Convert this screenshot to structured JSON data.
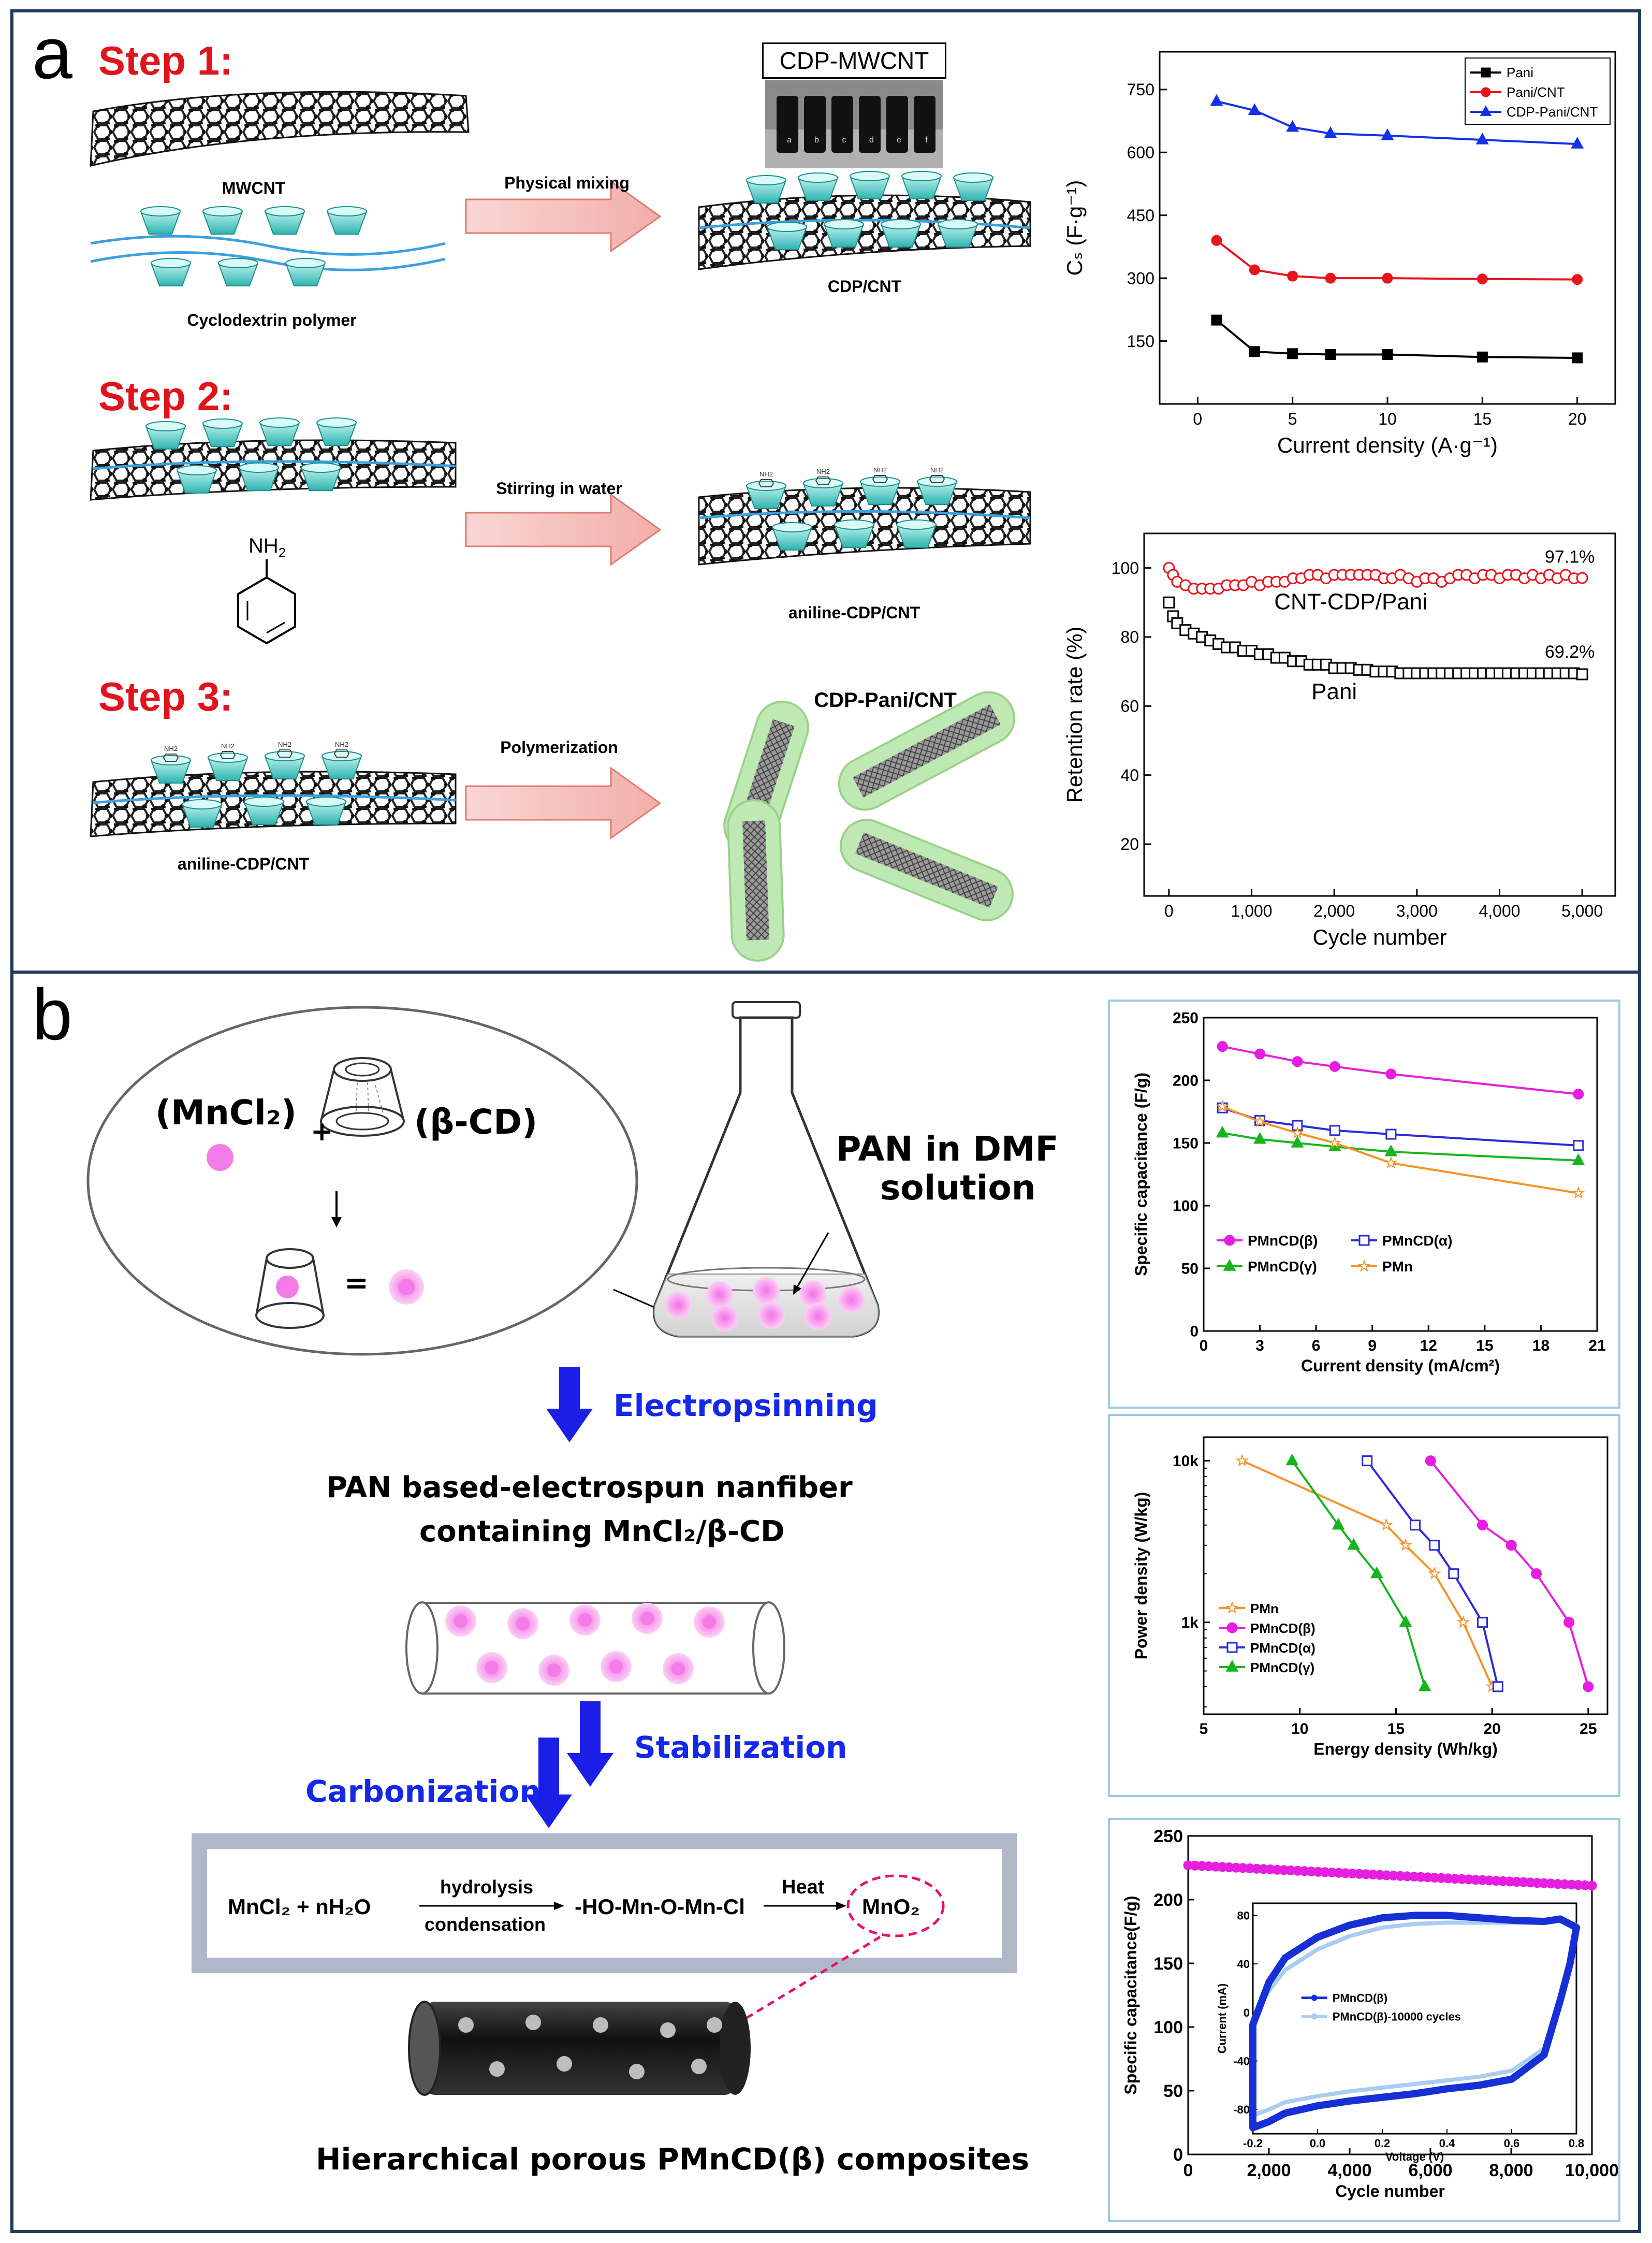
{
  "panel_a": {
    "letter": "a",
    "step1": {
      "title": "Step 1:",
      "mwcnt_label": "MWCNT",
      "cdp_label": "Cyclodextrin polymer",
      "arrow_label": "Physical mixing",
      "photo_label": "CDP-MWCNT",
      "vial_letters": [
        "a",
        "b",
        "c",
        "d",
        "e",
        "f"
      ],
      "product_label": "CDP/CNT"
    },
    "step2": {
      "title": "Step 2:",
      "aniline_group": "NH",
      "aniline_sub": "2",
      "arrow_label": "Stirring in water",
      "product_label": "aniline-CDP/CNT"
    },
    "step3": {
      "title": "Step 3:",
      "arrow_label": "Polymerization",
      "reactant_label": "aniline-CDP/CNT",
      "product_label": "CDP-Pani/CNT"
    }
  },
  "panel_b": {
    "letter": "b",
    "mncl2": "(MnCl₂)",
    "plus": "+",
    "bcd": "(β-CD)",
    "equals": "=",
    "flask_label_1": "PAN in DMF",
    "flask_label_2": "solution",
    "electrospinning": "Electropsinning",
    "fiber_text_1": "PAN based-electrospun nanfiber",
    "fiber_text_2": "containing MnCl₂/β-CD",
    "stabilization": "Stabilization",
    "carbonization": "Carbonization",
    "reaction": {
      "reactant": "MnCl₂ + nH₂O",
      "step1_top": "hydrolysis",
      "step1_bottom": "condensation",
      "intermediate": "-HO-Mn-O-Mn-Cl",
      "step2_top": "Heat",
      "product": "MnO₂"
    },
    "composite_label": "Hierarchical porous PMnCD(β) composites"
  },
  "chart_data": [
    {
      "type": "line",
      "title": "",
      "xlabel": "Current density (A·g⁻¹)",
      "ylabel": "Cₛ (F·g⁻¹)",
      "xlim": [
        -2,
        22
      ],
      "ylim": [
        0,
        840
      ],
      "xticks": [
        0,
        5,
        10,
        15,
        20
      ],
      "yticks": [
        150,
        300,
        450,
        600,
        750
      ],
      "legend_position": "top-right",
      "colors": [
        "#000000",
        "#e8141c",
        "#1431e6"
      ],
      "series": [
        {
          "name": "Pani",
          "marker": "square",
          "x": [
            1,
            3,
            5,
            7,
            10,
            15,
            20
          ],
          "y": [
            200,
            125,
            120,
            118,
            118,
            112,
            110
          ]
        },
        {
          "name": "Pani/CNT",
          "marker": "circle",
          "x": [
            1,
            3,
            5,
            7,
            10,
            15,
            20
          ],
          "y": [
            390,
            320,
            305,
            300,
            300,
            298,
            297
          ]
        },
        {
          "name": "CDP-Pani/CNT",
          "marker": "triangle",
          "x": [
            1,
            3,
            5,
            7,
            10,
            15,
            20
          ],
          "y": [
            722,
            700,
            660,
            645,
            640,
            630,
            620
          ]
        }
      ]
    },
    {
      "type": "scatter",
      "title": "",
      "xlabel": "Cycle number",
      "ylabel": "Retention rate (%)",
      "xlim": [
        -300,
        5400
      ],
      "ylim": [
        5,
        110
      ],
      "xticks": [
        0,
        1000,
        2000,
        3000,
        4000,
        5000
      ],
      "xticklabels": [
        "0",
        "1,000",
        "2,000",
        "3,000",
        "4,000",
        "5,000"
      ],
      "yticks": [
        20,
        40,
        60,
        80,
        100
      ],
      "colors": [
        "#e8141c",
        "#000000"
      ],
      "annotations": [
        "97.1%",
        "69.2%",
        "CNT-CDP/Pani",
        "Pani"
      ],
      "series": [
        {
          "name": "CNT-CDP/Pani",
          "marker": "open-circle",
          "x": [
            0,
            50,
            100,
            200,
            300,
            400,
            500,
            600,
            700,
            800,
            900,
            1000,
            1100,
            1200,
            1300,
            1400,
            1500,
            1600,
            1700,
            1800,
            1900,
            2000,
            2100,
            2200,
            2300,
            2400,
            2500,
            2600,
            2700,
            2800,
            2900,
            3000,
            3100,
            3200,
            3300,
            3400,
            3500,
            3600,
            3700,
            3800,
            3900,
            4000,
            4100,
            4200,
            4300,
            4400,
            4500,
            4600,
            4700,
            4800,
            4900,
            5000
          ],
          "y": [
            100,
            98,
            96,
            95,
            94,
            94,
            94,
            94,
            95,
            95,
            95,
            96,
            95,
            96,
            96,
            96,
            97,
            97,
            98,
            98,
            97,
            98,
            98,
            98,
            98,
            98,
            98,
            97,
            97,
            98,
            97,
            96,
            97,
            97,
            96,
            97,
            98,
            98,
            97,
            98,
            98,
            97,
            98,
            98,
            97,
            98,
            97,
            98,
            97,
            98,
            97,
            97.1
          ]
        },
        {
          "name": "Pani",
          "marker": "open-square",
          "x": [
            0,
            50,
            100,
            200,
            300,
            400,
            500,
            600,
            700,
            800,
            900,
            1000,
            1100,
            1200,
            1300,
            1400,
            1500,
            1600,
            1700,
            1800,
            1900,
            2000,
            2100,
            2200,
            2300,
            2400,
            2500,
            2600,
            2700,
            2800,
            2900,
            3000,
            3100,
            3200,
            3300,
            3400,
            3500,
            3600,
            3700,
            3800,
            3900,
            4000,
            4100,
            4200,
            4300,
            4400,
            4500,
            4600,
            4700,
            4800,
            4900,
            5000
          ],
          "y": [
            90,
            86,
            84,
            82,
            81,
            80,
            79,
            78,
            77,
            77,
            76,
            76,
            75,
            75,
            74,
            74,
            73,
            73,
            72,
            72,
            72,
            71,
            71,
            71,
            70.5,
            70.5,
            70,
            70,
            70,
            69.5,
            69.5,
            69.5,
            69.5,
            69.5,
            69.5,
            69.5,
            69.5,
            69.5,
            69.5,
            69.5,
            69.5,
            69.5,
            69.5,
            69.5,
            69.5,
            69.5,
            69.5,
            69.5,
            69.5,
            69.5,
            69.5,
            69.2
          ]
        }
      ]
    },
    {
      "type": "line",
      "title": "",
      "xlabel": "Current density (mA/cm²)",
      "ylabel": "Specific capacitance (F/g)",
      "xlim": [
        0,
        21
      ],
      "ylim": [
        0,
        250
      ],
      "xticks": [
        0,
        3,
        6,
        9,
        12,
        15,
        18,
        21
      ],
      "yticks": [
        0,
        50,
        100,
        150,
        200,
        250
      ],
      "legend_position": "bottom-left",
      "colors": [
        "#e61ee0",
        "#2b2bd8",
        "#18b41e",
        "#f59228"
      ],
      "series": [
        {
          "name": "PMnCD(β)",
          "marker": "circle",
          "x": [
            1,
            3,
            5,
            7,
            10,
            20
          ],
          "y": [
            227,
            221,
            215,
            211,
            205,
            189
          ]
        },
        {
          "name": "PMnCD(α)",
          "marker": "open-square",
          "x": [
            1,
            3,
            5,
            7,
            10,
            20
          ],
          "y": [
            178,
            168,
            164,
            160,
            157,
            148
          ]
        },
        {
          "name": "PMnCD(γ)",
          "marker": "triangle",
          "x": [
            1,
            3,
            5,
            7,
            10,
            20
          ],
          "y": [
            158,
            153,
            150,
            147,
            143,
            136
          ]
        },
        {
          "name": "PMn",
          "marker": "open-star",
          "x": [
            1,
            3,
            5,
            7,
            10,
            20
          ],
          "y": [
            179,
            167,
            158,
            150,
            134,
            110
          ]
        }
      ]
    },
    {
      "type": "line",
      "title": "",
      "xlabel": "Energy density (Wh/kg)",
      "ylabel": "Power density (W/kg)",
      "yscale": "log",
      "xlim": [
        5,
        26
      ],
      "ylim": [
        270,
        14000
      ],
      "xticks": [
        5,
        10,
        15,
        20,
        25
      ],
      "yticks": [
        1000,
        10000
      ],
      "yticklabels": [
        "1k",
        "10k"
      ],
      "legend_position": "bottom-left",
      "colors": [
        "#f59228",
        "#e61ee0",
        "#2b2bd8",
        "#18b41e"
      ],
      "series": [
        {
          "name": "PMn",
          "marker": "open-star",
          "x": [
            7.0,
            14.5,
            15.5,
            17.0,
            18.5,
            20.0
          ],
          "y": [
            10000,
            4000,
            3000,
            2000,
            1000,
            400
          ]
        },
        {
          "name": "PMnCD(β)",
          "marker": "circle",
          "x": [
            16.8,
            19.5,
            21.0,
            22.3,
            24.0,
            25.0
          ],
          "y": [
            10000,
            4000,
            3000,
            2000,
            1000,
            400
          ]
        },
        {
          "name": "PMnCD(α)",
          "marker": "open-square",
          "x": [
            13.5,
            16.0,
            17.0,
            18.0,
            19.5,
            20.3
          ],
          "y": [
            10000,
            4000,
            3000,
            2000,
            1000,
            400
          ]
        },
        {
          "name": "PMnCD(γ)",
          "marker": "triangle",
          "x": [
            9.6,
            12.0,
            12.8,
            14.0,
            15.5,
            16.5
          ],
          "y": [
            10000,
            4000,
            3000,
            2000,
            1000,
            400
          ]
        }
      ]
    },
    {
      "type": "scatter",
      "title": "",
      "xlabel": "Cycle number",
      "ylabel": "Specific capacitance(F/g)",
      "xlim": [
        0,
        10000
      ],
      "ylim": [
        0,
        250
      ],
      "xticks": [
        0,
        2000,
        4000,
        6000,
        8000,
        10000
      ],
      "xticklabels": [
        "0",
        "2,000",
        "4,000",
        "6,000",
        "8,000",
        "10,000"
      ],
      "yticks": [
        0,
        50,
        100,
        150,
        200,
        250
      ],
      "colors": [
        "#e61ee0"
      ],
      "series": [
        {
          "name": "",
          "marker": "circle",
          "x_start": 0,
          "x_end": 10000,
          "y_start": 227,
          "y_end": 211,
          "count": 60
        }
      ]
    },
    {
      "type": "line",
      "title": "",
      "xlabel": "Voltage (V)",
      "ylabel": "Current (mA)",
      "xlim": [
        -0.2,
        0.8
      ],
      "ylim": [
        -100,
        90
      ],
      "xticks": [
        -0.2,
        0.0,
        0.2,
        0.4,
        0.6,
        0.8
      ],
      "xticklabels": [
        "-0.2",
        "0.0",
        "0.2",
        "0.4",
        "0.6",
        "0.8"
      ],
      "yticks": [
        -80,
        -40,
        0,
        40,
        80
      ],
      "legend_position": "center-left",
      "colors": [
        "#1630d6",
        "#a9cdf0"
      ],
      "series": [
        {
          "name": "PMnCD(β)",
          "x": [
            -0.2,
            -0.15,
            -0.1,
            0.0,
            0.1,
            0.2,
            0.3,
            0.4,
            0.5,
            0.6,
            0.7,
            0.75,
            0.8,
            0.78,
            0.75,
            0.7,
            0.6,
            0.5,
            0.4,
            0.3,
            0.2,
            0.1,
            0.0,
            -0.1,
            -0.15,
            -0.2
          ],
          "y": [
            -10,
            25,
            45,
            62,
            72,
            78,
            80,
            80,
            78,
            76,
            75,
            77,
            70,
            40,
            10,
            -35,
            -55,
            -60,
            -63,
            -67,
            -70,
            -73,
            -77,
            -83,
            -90,
            -95
          ]
        },
        {
          "name": "PMnCD(β)-10000 cycles",
          "x": [
            -0.2,
            -0.15,
            -0.1,
            0.0,
            0.1,
            0.2,
            0.3,
            0.4,
            0.5,
            0.6,
            0.7,
            0.75,
            0.8,
            0.78,
            0.75,
            0.7,
            0.6,
            0.5,
            0.4,
            0.3,
            0.2,
            0.1,
            0.0,
            -0.1,
            -0.15,
            -0.2
          ],
          "y": [
            -5,
            18,
            35,
            52,
            63,
            70,
            73,
            74,
            74,
            74,
            74,
            76,
            72,
            45,
            15,
            -30,
            -48,
            -53,
            -56,
            -59,
            -62,
            -65,
            -69,
            -74,
            -80,
            -85
          ]
        }
      ]
    }
  ]
}
